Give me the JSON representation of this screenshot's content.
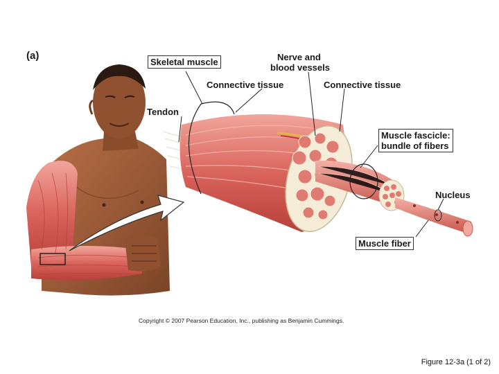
{
  "panel_label": "(a)",
  "labels": {
    "skeletal_muscle": "Skeletal muscle",
    "nerve_line1": "Nerve and",
    "nerve_line2": "blood vessels",
    "connective_tissue_left": "Connective tissue",
    "connective_tissue_right": "Connective tissue",
    "tendon": "Tendon",
    "fascicle_line1": "Muscle fascicle:",
    "fascicle_line2": "bundle of fibers",
    "nucleus": "Nucleus",
    "muscle_fiber": "Muscle fiber"
  },
  "copyright": "Copyright © 2007 Pearson Education, Inc., publishing as Benjamin Cummings.",
  "caption": "Figure 12-3a (1 of 2)",
  "colors": {
    "muscle": "#d9645c",
    "muscle_dark": "#b8403a",
    "muscle_light": "#f0a9a0",
    "skin": "#a0623d",
    "skin_dark": "#6e3d22",
    "connective": "#f5ecd8",
    "nerve": "#e6b24a"
  }
}
